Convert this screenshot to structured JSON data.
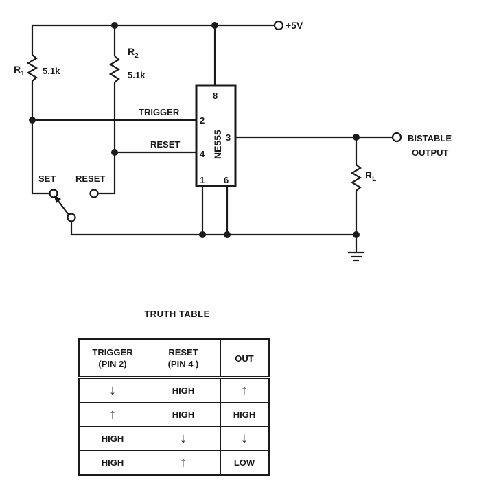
{
  "schematic": {
    "supply_label": "+5V",
    "r1_label": "R",
    "r1_sub": "1",
    "r1_value": "5.1k",
    "r2_label": "R",
    "r2_sub": "2",
    "r2_value": "5.1k",
    "chip_name": "NE555",
    "pin_8": "8",
    "pin_2": "2",
    "pin_4": "4",
    "pin_3": "3",
    "pin_1": "1",
    "pin_6": "6",
    "trigger_label": "TRIGGER",
    "reset_wire_label": "RESET",
    "set_switch_label": "SET",
    "reset_switch_label": "RESET",
    "output_line1": "BISTABLE",
    "output_line2": "OUTPUT",
    "rl_label": "R",
    "rl_sub": "L"
  },
  "truth_table": {
    "title": "TRUTH TABLE",
    "headers": [
      {
        "line1": "TRIGGER",
        "line2": "(PIN 2)"
      },
      {
        "line1": "RESET",
        "line2": "(PIN 4 )"
      },
      {
        "line1": "OUT",
        "line2": ""
      }
    ],
    "rows": [
      {
        "trigger": "↓",
        "reset": "HIGH",
        "out": "↑"
      },
      {
        "trigger": "↑",
        "reset": "HIGH",
        "out": "HIGH"
      },
      {
        "trigger": "HIGH",
        "reset": "↓",
        "out": "↓"
      },
      {
        "trigger": "HIGH",
        "reset": "↑",
        "out": "LOW"
      }
    ]
  }
}
